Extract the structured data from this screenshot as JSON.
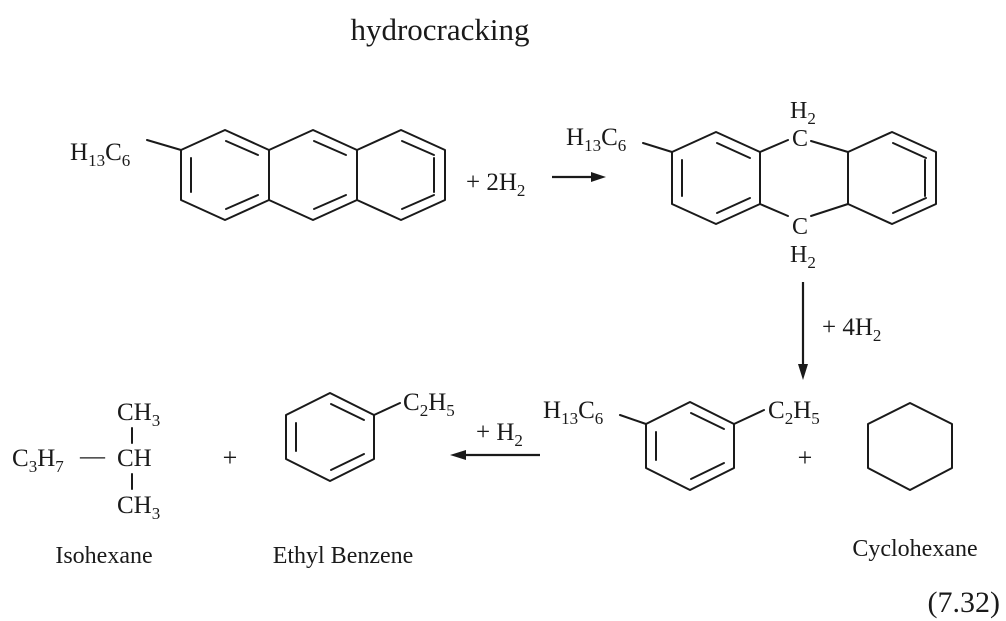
{
  "title": "hydrocracking",
  "equation_number": "(7.32)",
  "colors": {
    "ink": "#1a1a1a",
    "background": "#ffffff"
  },
  "step1": {
    "reactant_substituent": {
      "main": "H",
      "sub1": "13",
      "mid": "C",
      "sub2": "6"
    },
    "reagent": {
      "main": "+ 2H",
      "sub": "2"
    },
    "product_substituent": {
      "main": "H",
      "sub1": "13",
      "mid": "C",
      "sub2": "6"
    },
    "ch2_top": {
      "h": "H",
      "sub": "2",
      "c": "C"
    },
    "ch2_bottom": {
      "h": "H",
      "sub": "2",
      "c": "C"
    }
  },
  "step2": {
    "reagent": {
      "main": "+ 4H",
      "sub": "2"
    },
    "product_left_substituent": {
      "main": "H",
      "sub1": "13",
      "mid": "C",
      "sub2": "6"
    },
    "product_right_substituent": {
      "main": "C",
      "sub1": "2",
      "mid": "H",
      "sub2": "5"
    },
    "plus": "+",
    "cyclohexane_label": "Cyclohexane"
  },
  "step3": {
    "reagent": {
      "main": "+ H",
      "sub": "2"
    },
    "ethylbenzene_substituent": {
      "main": "C",
      "sub1": "2",
      "mid": "H",
      "sub2": "5"
    },
    "ethylbenzene_label": "Ethyl Benzene",
    "plus": "+",
    "isohexane": {
      "top_ch3": {
        "main": "CH",
        "sub": "3"
      },
      "left_c3h7": {
        "main": "C",
        "sub1": "3",
        "mid": "H",
        "sub2": "7"
      },
      "dash": "—",
      "center": "CH",
      "bottom_ch3": {
        "main": "CH",
        "sub": "3"
      }
    },
    "isohexane_label": "Isohexane"
  }
}
